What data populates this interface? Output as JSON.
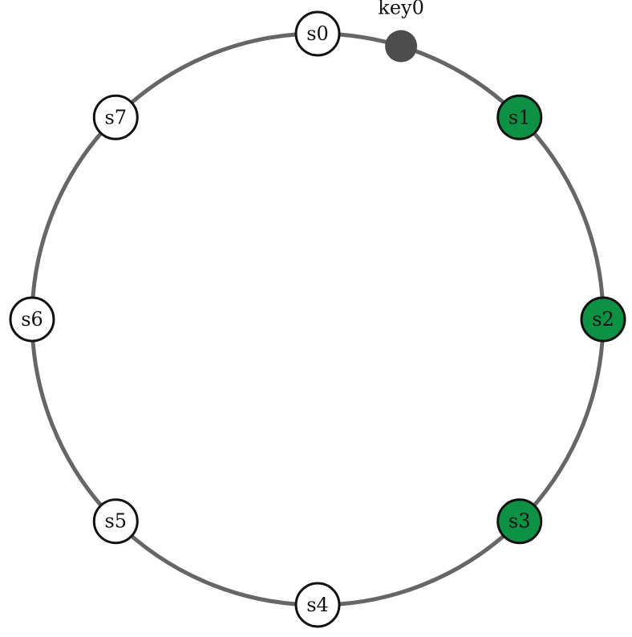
{
  "ring": {
    "track_color": "#666666",
    "server_fill_default": "#ffffff",
    "server_fill_active": "#0d9144",
    "label_color_default": "#111111",
    "label_color_active": "#111111"
  },
  "servers": [
    {
      "id": "s0",
      "label": "s0",
      "angle_deg": 0,
      "active": false
    },
    {
      "id": "s1",
      "label": "s1",
      "angle_deg": 45,
      "active": true
    },
    {
      "id": "s2",
      "label": "s2",
      "angle_deg": 90,
      "active": true
    },
    {
      "id": "s3",
      "label": "s3",
      "angle_deg": 135,
      "active": true
    },
    {
      "id": "s4",
      "label": "s4",
      "angle_deg": 180,
      "active": false
    },
    {
      "id": "s5",
      "label": "s5",
      "angle_deg": 225,
      "active": false
    },
    {
      "id": "s6",
      "label": "s6",
      "angle_deg": 270,
      "active": false
    },
    {
      "id": "s7",
      "label": "s7",
      "angle_deg": 315,
      "active": false
    }
  ],
  "key": {
    "label": "key0",
    "angle_deg": 17,
    "color": "#4d4d4d"
  }
}
